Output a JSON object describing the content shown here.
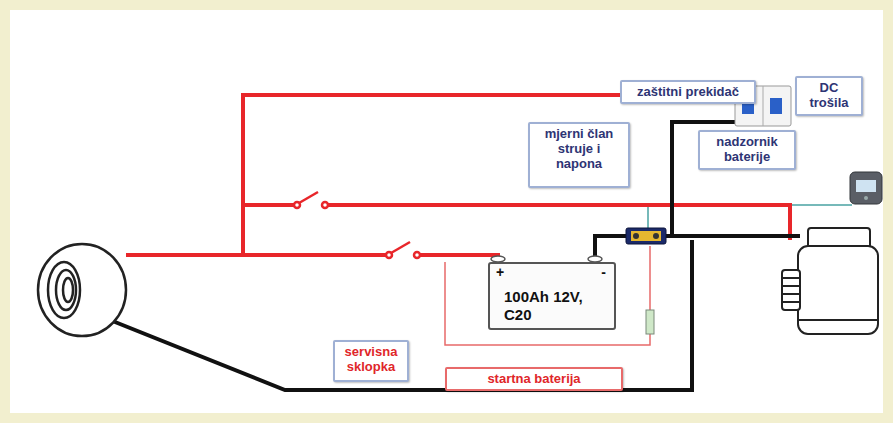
{
  "diagram": {
    "nodes": [
      {
        "text": [
          "zaštitni prekidač"
        ]
      },
      {
        "text": [
          "DC trošila"
        ]
      },
      {
        "text": [
          "mjerni član struje i napona"
        ]
      },
      {
        "text": [
          "nadzornik baterije"
        ]
      },
      {
        "text": [
          "servisna sklopka"
        ]
      },
      {
        "text": [
          "+",
          "-",
          "100Ah 12V, C20"
        ]
      },
      {
        "text": [
          "startna baterija"
        ]
      }
    ]
  }
}
